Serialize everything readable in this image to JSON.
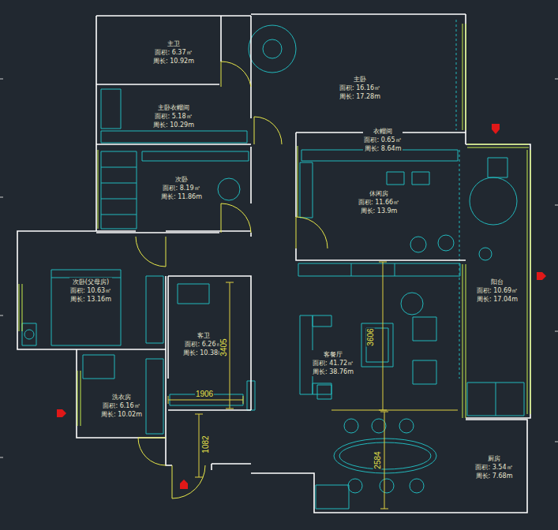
{
  "diagram": {
    "nodes": [
      {
        "text": [
          "主卫",
          "面积: 6.37㎡",
          "周长: 10.92m"
        ]
      },
      {
        "text": [
          "主卧",
          "面积: 16.16㎡",
          "周长: 17.28m"
        ]
      },
      {
        "text": [
          "主卧衣帽间",
          "面积: 5.18㎡",
          "周长: 10.29m"
        ]
      },
      {
        "text": [
          "衣帽间",
          "面积: 0.65㎡",
          "周长: 8.64m"
        ]
      },
      {
        "text": [
          "次卧",
          "面积: 8.19㎡",
          "周长: 11.86m"
        ]
      },
      {
        "text": [
          "休闲房",
          "面积: 11.66㎡",
          "周长: 13.9m"
        ]
      },
      {
        "text": [
          "阳台",
          "面积: 10.69㎡",
          "周长: 17.04m"
        ]
      },
      {
        "text": [
          "次卧(父母房)",
          "面积: 10.63㎡",
          "周长: 13.16m"
        ]
      },
      {
        "text": [
          "客卫",
          "面积: 6.26㎡",
          "周长: 10.38m"
        ]
      },
      {
        "text": [
          "客餐厅",
          "面积: 41.72㎡",
          "周长: 38.76m"
        ]
      },
      {
        "text": [
          "洗衣房",
          "面积: 6.16㎡",
          "周长: 10.02m"
        ]
      },
      {
        "text": [
          "厨房",
          "面积: 3.54㎡",
          "周长: 7.68m"
        ]
      }
    ],
    "labels": [
      "3405",
      "3606",
      "1906",
      "1082",
      "2584"
    ]
  }
}
